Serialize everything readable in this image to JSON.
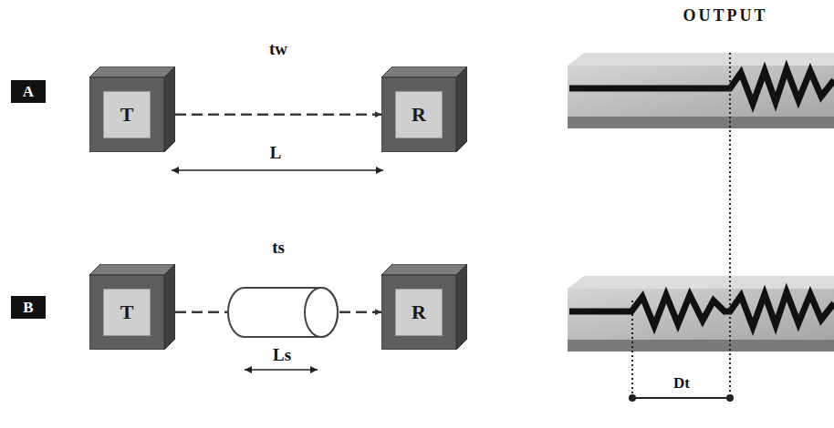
{
  "diagram": {
    "nodes": [
      {
        "text": [
          "A"
        ]
      },
      {
        "text": [
          "T"
        ]
      },
      {
        "text": [
          "R"
        ]
      },
      {
        "text": [
          "B"
        ]
      },
      {
        "text": [
          "T"
        ]
      },
      {
        "text": [
          "R"
        ]
      }
    ],
    "edges": [
      {
        "from": 1,
        "to": 2,
        "arrow": "to"
      },
      {
        "from": 4,
        "to": 5,
        "arrow": "to"
      }
    ],
    "labels": [
      "tw",
      "L",
      "ts",
      "Ls",
      "OUTPUT",
      "Dt"
    ]
  }
}
